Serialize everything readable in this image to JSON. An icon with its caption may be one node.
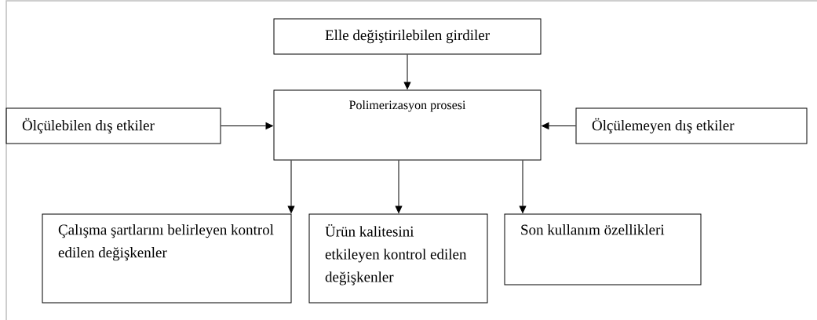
{
  "diagram": {
    "nodes": [
      {
        "text": [
          "Elle değiştirilebilen girdiler"
        ]
      },
      {
        "text": [
          "Polimerizasyon prosesi"
        ]
      },
      {
        "text": [
          "Ölçülebilen dış etkiler"
        ]
      },
      {
        "text": [
          "Ölçülemeyen dış etkiler"
        ]
      },
      {
        "text": [
          "Çalışma şartlarını belirleyen kontrol edilen değişkenler"
        ]
      },
      {
        "text": [
          "Ürün kalitesini etkileyen kontrol edilen değişkenler"
        ]
      },
      {
        "text": [
          "Son kullanım özellikleri"
        ]
      }
    ],
    "edges": [
      {
        "from": 0,
        "to": 1,
        "arrow": "to"
      },
      {
        "from": 2,
        "to": 1,
        "arrow": "to"
      },
      {
        "from": 3,
        "to": 1,
        "arrow": "to"
      },
      {
        "from": 1,
        "to": 4,
        "arrow": "to"
      },
      {
        "from": 1,
        "to": 5,
        "arrow": "to"
      },
      {
        "from": 1,
        "to": 6,
        "arrow": "to"
      }
    ]
  }
}
